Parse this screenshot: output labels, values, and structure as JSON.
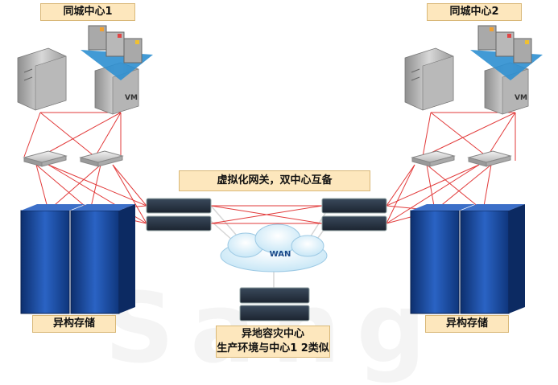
{
  "labels": {
    "dc1": "同城中心1",
    "dc2": "同城中心2",
    "virtual_gateway": "虚拟化网关，双中心互备",
    "storage_left": "异构存储",
    "storage_right": "异构存储",
    "dr_center_line1": "异地容灾中心",
    "dr_center_line2": "生产环境与中心1 2类似"
  },
  "wan": "WAN",
  "vm_badge": "VM",
  "colors": {
    "link_red": "#e23a3a",
    "link_gray": "#d6d6d6",
    "label_fill": "#fde7bd",
    "rack_blue": "#1d4fa6",
    "cloud": "#dff1fb"
  }
}
